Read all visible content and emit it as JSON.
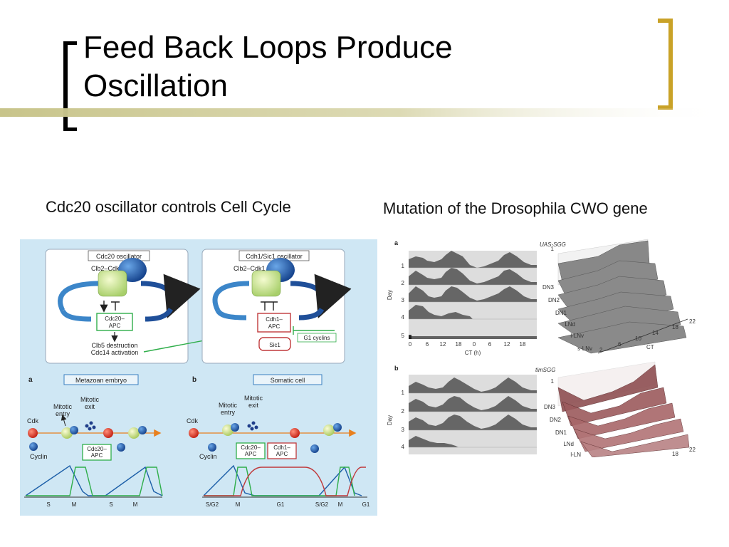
{
  "slide": {
    "title_line1": "Feed Back Loops Produce",
    "title_line2": "Oscillation",
    "colors": {
      "bracket_left": "#000000",
      "bracket_right": "#c9a227",
      "rule": "#c8c48a"
    }
  },
  "captions": {
    "left": "Cdc20 oscillator controls Cell Cycle",
    "right": "Mutation of the Drosophila CWO gene"
  },
  "left_figure": {
    "background": "#cfe7f4",
    "top_left_box": {
      "title": "Cdc20 oscillator",
      "kinase": "Clb2–Cdk1",
      "apc_line1": "Cdc20–",
      "apc_line2": "APC",
      "output_line1": "Clb5 destruction",
      "output_line2": "Cdc14 activation"
    },
    "top_right_box": {
      "title": "Cdh1/Sic1 oscillator",
      "kinase": "Clb2–Cdk1",
      "apc_line1": "Cdh1–",
      "apc_line2": "APC",
      "inhibitor": "Sic1",
      "g1_label": "G1 cyclins"
    },
    "panel_a": {
      "letter": "a",
      "title": "Metazoan embryo",
      "mitotic_entry_1": "Mitotic",
      "mitotic_entry_2": "entry",
      "mitotic_exit_1": "Mitotic",
      "mitotic_exit_2": "exit",
      "cdk": "Cdk",
      "cyclin": "Cyclin",
      "apc_line1": "Cdc20–",
      "apc_line2": "APC",
      "phases": [
        "S",
        "M",
        "S",
        "M"
      ]
    },
    "panel_b": {
      "letter": "b",
      "title": "Somatic cell",
      "mitotic_entry_1": "Mitotic",
      "mitotic_entry_2": "entry",
      "mitotic_exit_1": "Mitotic",
      "mitotic_exit_2": "exit",
      "cdk": "Cdk",
      "cyclin": "Cyclin",
      "apc1_line1": "Cdc20–",
      "apc1_line2": "APC",
      "apc2_line1": "Cdh1–",
      "apc2_line2": "APC",
      "phases": [
        "S/G2",
        "M",
        "G1",
        "S/G2",
        "M",
        "G1"
      ]
    }
  },
  "right_figure": {
    "panel_a": {
      "letter": "a",
      "genotype": "UAS-SGG",
      "day_label": "Day",
      "days": [
        "1",
        "2",
        "3",
        "4",
        "5"
      ],
      "ct_ticks": [
        "0",
        "6",
        "12",
        "18",
        "0",
        "6",
        "12",
        "18"
      ],
      "ct_label": "CT (h)",
      "neurons": [
        "1",
        "DN3",
        "DN2",
        "DN1",
        "LNd",
        "l-LNv",
        "s-LNv"
      ],
      "ct3d_ticks": [
        "2",
        "6",
        "10",
        "14",
        "18",
        "22"
      ],
      "ct3d_label": "CT"
    },
    "panel_b": {
      "letter": "b",
      "genotype": "timSGG",
      "day_label": "Day",
      "days": [
        "1",
        "2",
        "3",
        "4"
      ],
      "neurons": [
        "1",
        "DN3",
        "DN2",
        "DN1",
        "LNd",
        "l-LN"
      ],
      "ct3d_ticks": [
        "18",
        "22"
      ]
    }
  }
}
